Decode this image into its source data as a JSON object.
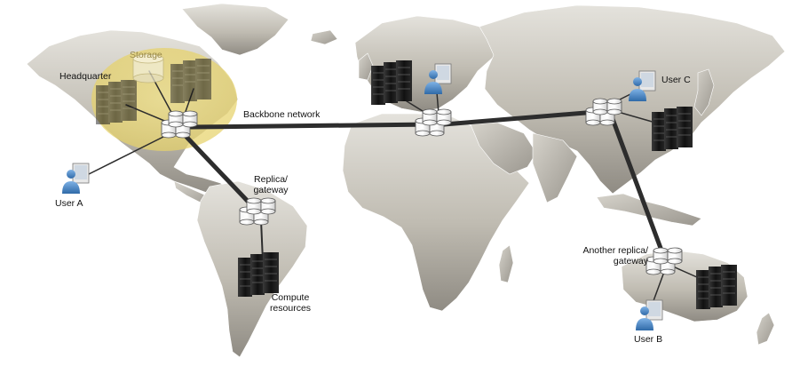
{
  "labels": {
    "headquarter": "Headquarter",
    "storage": "Storage",
    "backbone": "Backbone network",
    "replica_line1": "Replica/",
    "replica_line2": "gateway",
    "user_a": "User A",
    "compute_line1": "Compute",
    "compute_line2": "resources",
    "user_c": "User C",
    "another_line1": "Another replica/",
    "another_line2": "gateway",
    "user_b": "User B"
  },
  "icons": {
    "server": "server-rack-icon",
    "database": "database-cluster-icon",
    "user": "user-workstation-icon",
    "storage": "storage-cylinder-icon"
  },
  "colors": {
    "land": "#c4c0b6",
    "land_dark": "#8f8b83",
    "link": "#2d2d2d",
    "highlight": "#e9d77a",
    "server": "#1c1c1c",
    "user": "#4a86c5"
  }
}
